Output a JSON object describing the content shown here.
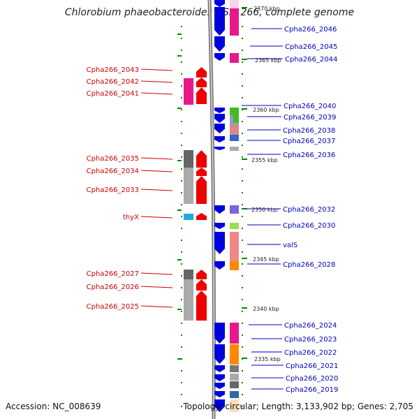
{
  "title": "Chlorobium phaeobacteroides DSM 266, complete genome",
  "footer": {
    "accession": "Accession: NC_008639",
    "topology": "Topology: circular; Length: 3,133,902 bp; Genes: 2,705"
  },
  "colors": {
    "backbone": "#777777",
    "forward": "#0000dd",
    "reverse": "#ee0000",
    "tick": "#008800",
    "right_label": "#0000bb",
    "left_label": "#cc0000"
  },
  "ticks": [
    "2370 kbp",
    "2365 kbp",
    "2360 kbp",
    "2355 kbp",
    "2350 kbp",
    "2345 kbp",
    "2340 kbp",
    "2335 kbp"
  ],
  "left_labels": [
    "Cpha266_2043",
    "Cpha266_2042",
    "Cpha266_2041",
    "Cpha266_2035",
    "Cpha266_2034",
    "Cpha266_2033",
    "thyX",
    "Cpha266_2027",
    "Cpha266_2026",
    "Cpha266_2025"
  ],
  "right_labels": [
    "Cpha266_2046",
    "Cpha266_2045",
    "Cpha266_2044",
    "Cpha266_2040",
    "Cpha266_2039",
    "Cpha266_2038",
    "Cpha266_2037",
    "Cpha266_2036",
    "Cpha266_2032",
    "Cpha266_2030",
    "valS",
    "Cpha266_2028",
    "Cpha266_2024",
    "Cpha266_2023",
    "Cpha266_2022",
    "Cpha266_2021",
    "Cpha266_2020",
    "Cpha266_2019"
  ]
}
